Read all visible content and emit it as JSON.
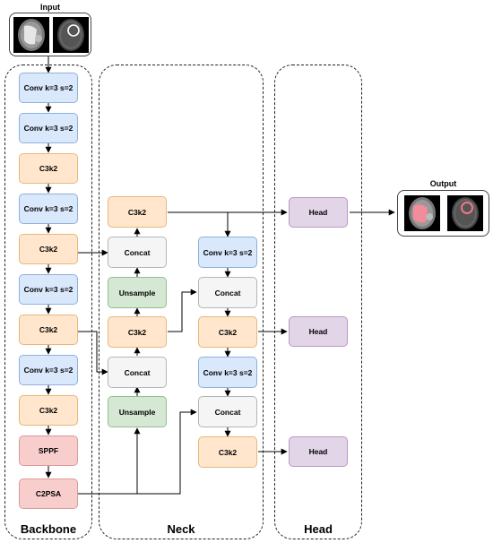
{
  "input": {
    "label": "Input"
  },
  "output": {
    "label": "Output"
  },
  "groups": {
    "backbone": "Backbone",
    "neck": "Neck",
    "head": "Head"
  },
  "backbone": [
    "Conv k=3 s=2",
    "Conv k=3 s=2",
    "C3k2",
    "Conv k=3 s=2",
    "C3k2",
    "Conv k=3 s=2",
    "C3k2",
    "Conv k=3 s=2",
    "C3k2",
    "SPPF",
    "C2PSA"
  ],
  "neck_left": [
    "C3k2",
    "Concat",
    "Unsample",
    "C3k2",
    "Concat",
    "Unsample"
  ],
  "neck_right": [
    "Conv k=3 s=2",
    "Concat",
    "C3k2",
    "Conv k=3 s=2",
    "Concat",
    "C3k2"
  ],
  "heads": [
    "Head",
    "Head",
    "Head"
  ]
}
